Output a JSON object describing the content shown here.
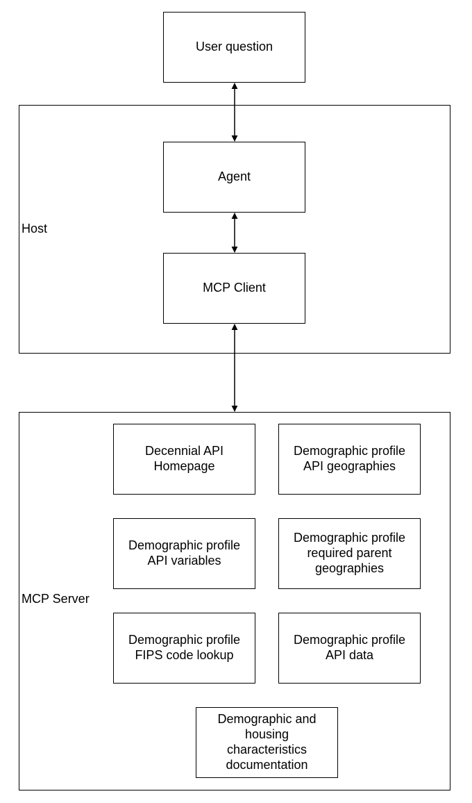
{
  "nodes": {
    "user_question": "User question",
    "agent": "Agent",
    "mcp_client": "MCP Client"
  },
  "groups": {
    "host": "Host",
    "mcp_server": "MCP Server"
  },
  "tools": [
    "Decennial API\nHomepage",
    "Demographic profile\nAPI geographies",
    "Demographic profile\nAPI variables",
    "Demographic profile\nrequired parent\ngeographies",
    "Demographic profile\nFIPS code lookup",
    "Demographic profile\nAPI data",
    "Demographic and\nhousing\ncharacteristics\ndocumentation"
  ],
  "colors": {
    "stroke": "#000000",
    "fill": "#ffffff"
  }
}
